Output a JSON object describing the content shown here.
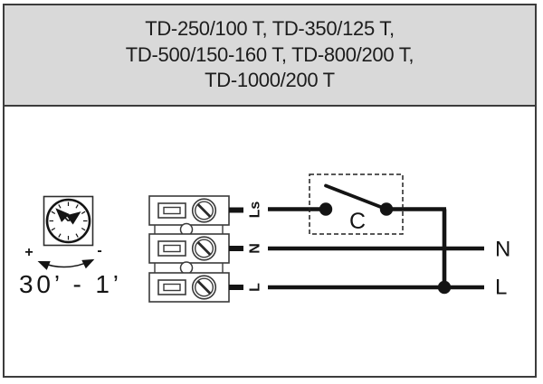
{
  "header": {
    "lines": [
      "TD-250/100 T, TD-350/125 T,",
      "TD-500/150-160 T, TD-800/200 T,",
      "TD-1000/200 T"
    ]
  },
  "timer": {
    "plus_label": "+",
    "minus_label": "-",
    "range_label": "30’ - 1’"
  },
  "terminals": {
    "ls_label": "Ls",
    "n_label": "N",
    "l_label": "L"
  },
  "circuit": {
    "switch_label": "C",
    "n_line_label": "N",
    "l_line_label": "L"
  },
  "colors": {
    "header_bg": "#d9d9d9",
    "frame_border": "#3c3c3c",
    "ink": "#141414"
  }
}
